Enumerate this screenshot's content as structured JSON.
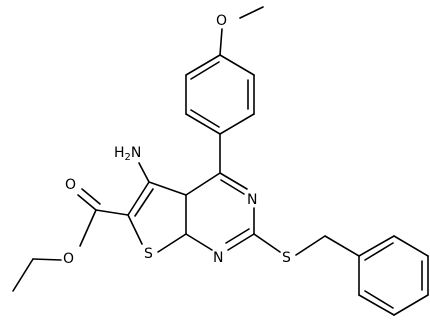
{
  "atoms": {
    "amino": "H2N",
    "sulfur_ring": "S",
    "sulfur_thioether": "S",
    "nitrogen_top": "N",
    "nitrogen_bottom": "N",
    "oxygen_carbonyl": "O",
    "oxygen_ester": "O",
    "oxygen_methoxy": "O"
  },
  "colors": {
    "ink": "#000000",
    "background": "#ffffff"
  }
}
